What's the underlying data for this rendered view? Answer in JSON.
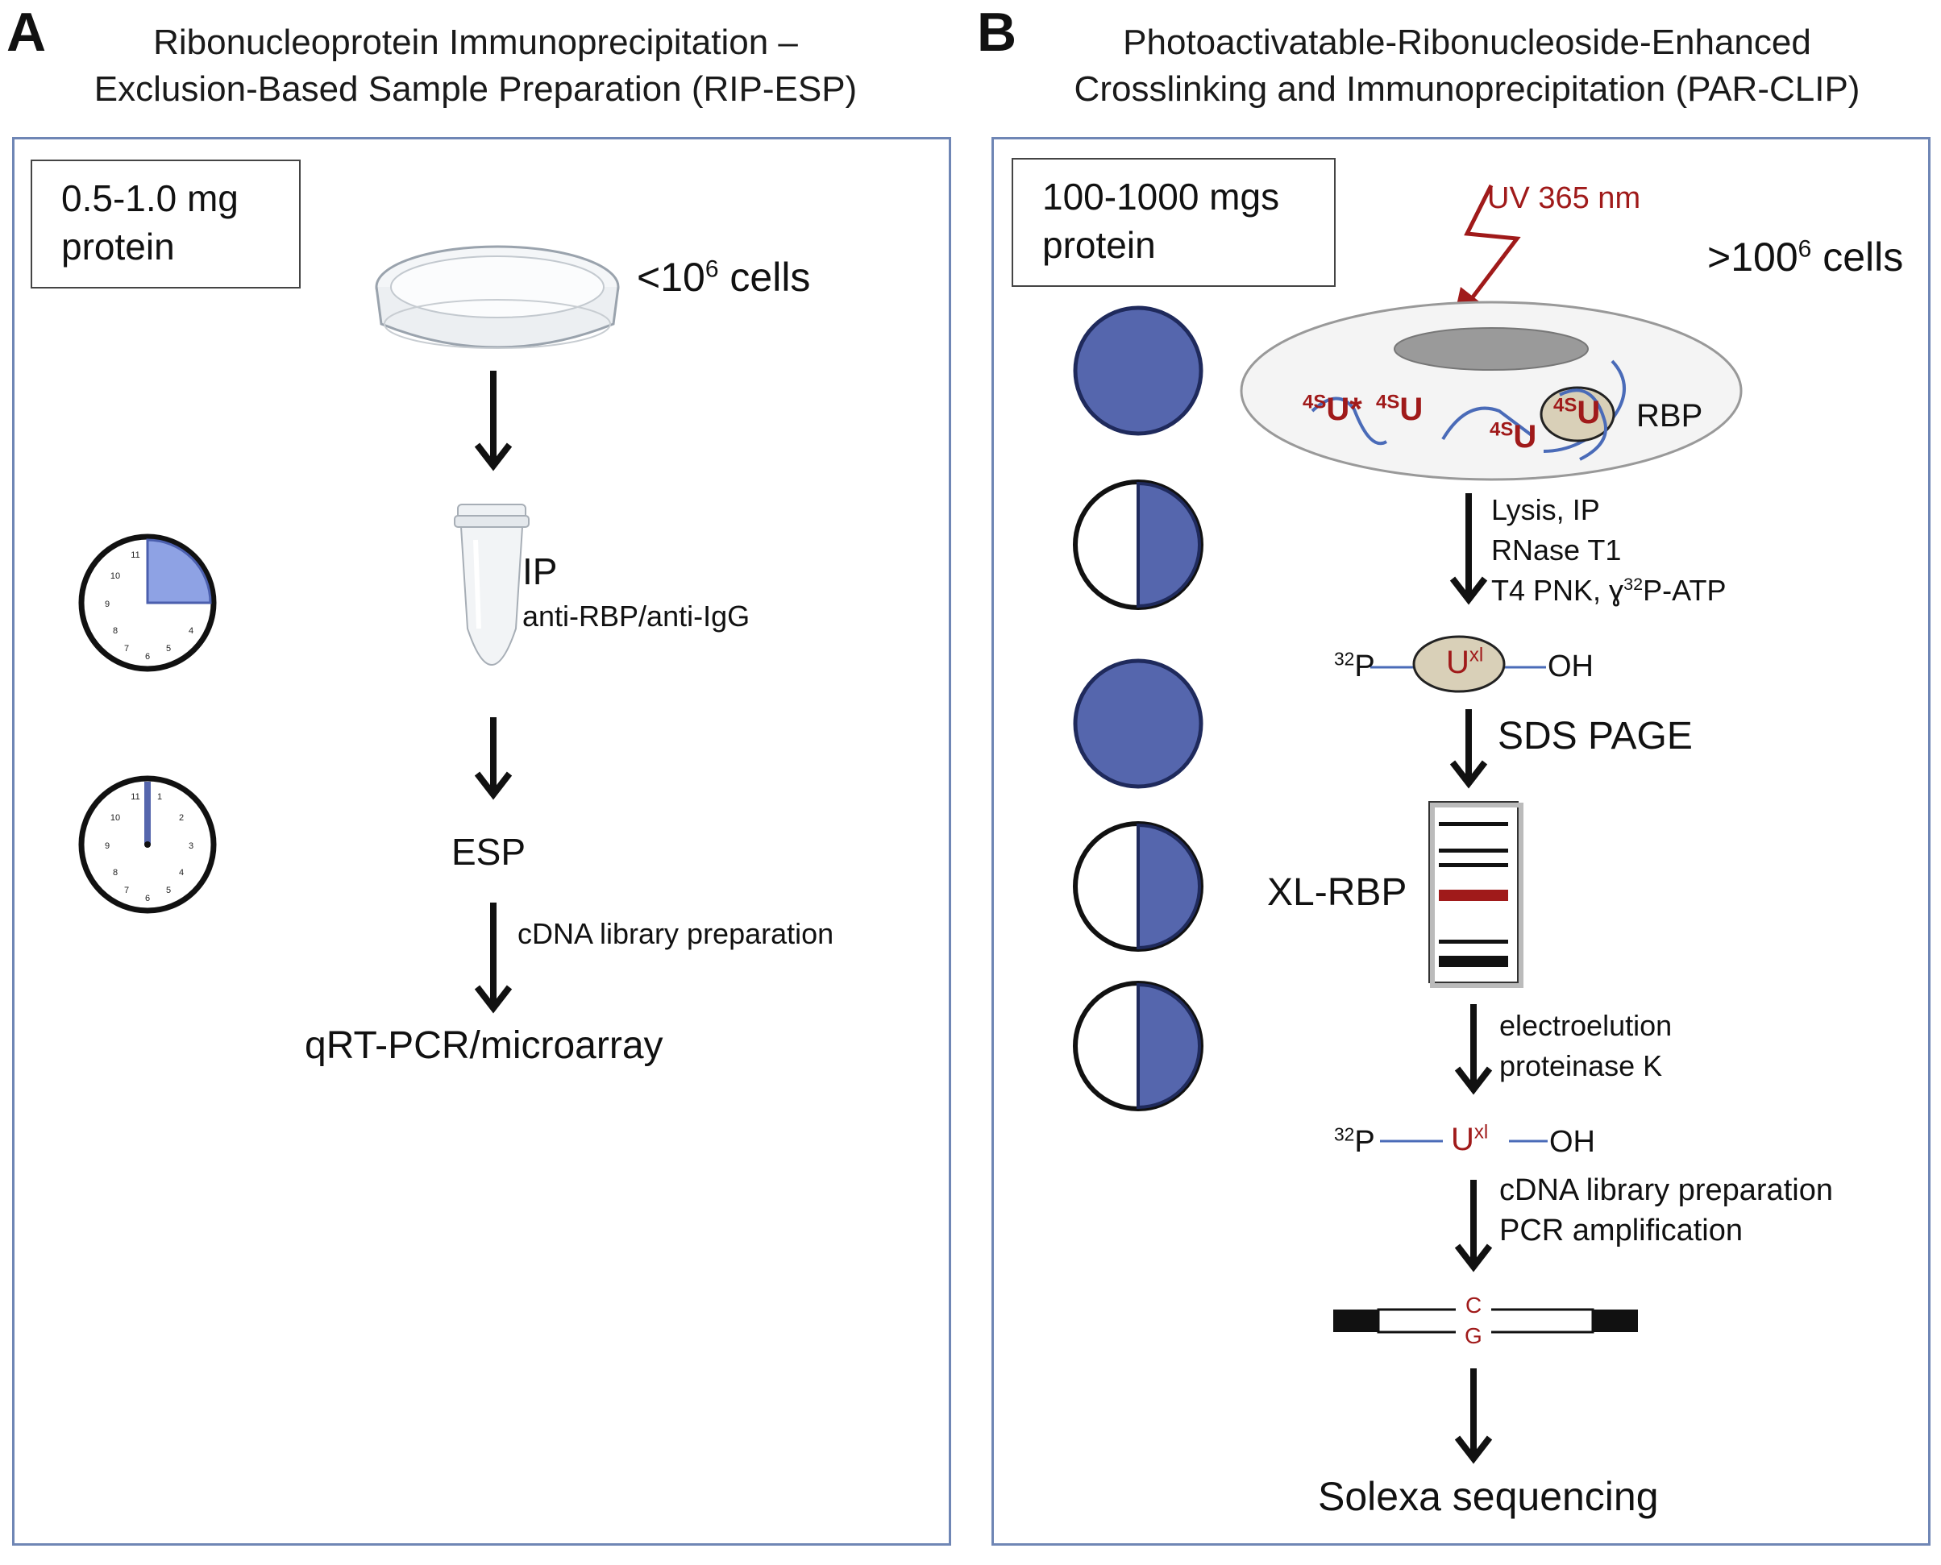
{
  "panel_a": {
    "letter": "A",
    "title_line1": "Ribonucleoprotein Immunoprecipitation –",
    "title_line2": "Exclusion-Based Sample Preparation (RIP-ESP)",
    "amount_line1": "0.5-1.0 mg",
    "amount_line2": "protein",
    "cells_prefix": "<10",
    "cells_exp": "6",
    "cells_suffix": " cells",
    "ip_label": "IP",
    "ip_sub": "anti-RBP/anti-IgG",
    "esp_label": "ESP",
    "cdna_label": "cDNA library preparation",
    "readout_label": "qRT-PCR/microarray"
  },
  "panel_b": {
    "letter": "B",
    "title_line1": "Photoactivatable-Ribonucleoside-Enhanced",
    "title_line2": "Crosslinking and Immunoprecipitation (PAR-CLIP)",
    "amount_line1": "100-1000 mgs",
    "amount_line2": "protein",
    "uv_label": "UV 365 nm",
    "cells_prefix": ">100",
    "cells_exp": "6",
    "cells_suffix": " cells",
    "su_sup": "4S",
    "su_letter": "U",
    "su_star": "*",
    "rbp_label": "RBP",
    "step1_line1": "Lysis, IP",
    "step1_line2": "RNase T1",
    "step1_line3_a": "T4 PNK, ɣ",
    "step1_line3_sup": "32",
    "step1_line3_b": "P-ATP",
    "p32_sup": "32",
    "p_letter": "P",
    "oh_label": "OH",
    "uxl_letter": "U",
    "uxl_sup": "xl",
    "sds_label": "SDS PAGE",
    "xlrbp_label": "XL-RBP",
    "step3_line1": "electroelution",
    "step3_line2": "proteinase K",
    "step4_line1": "cDNA library preparation",
    "step4_line2": "PCR amplification",
    "base_c": "C",
    "base_g": "G",
    "final_label": "Solexa sequencing"
  },
  "colors": {
    "panel_border": "#6f86b5",
    "circle_fill": "#5566ad",
    "dark_red": "#a01a1a",
    "rna_line": "#4a6bb8",
    "rbp_fill": "#d9d0b8",
    "nucleus_fill": "#9a9a9a"
  },
  "icons": [
    "petri-dish-icon",
    "microtube-icon",
    "clock-icon",
    "lightning-icon",
    "gel-icon"
  ]
}
